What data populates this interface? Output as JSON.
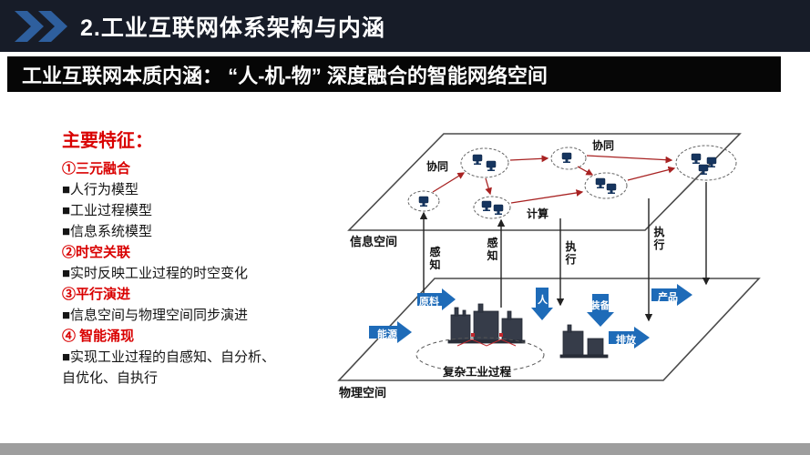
{
  "slide": {
    "header_title": "2.工业互联网体系架构与内涵",
    "banner_title": "工业互联网本质内涵： “人-机-物” 深度融合的智能网络空间"
  },
  "features": {
    "heading": "主要特征：",
    "items": [
      {
        "text": "①三元融合",
        "emphasis": true
      },
      {
        "text": "■人行为模型",
        "emphasis": false
      },
      {
        "text": "■工业过程模型",
        "emphasis": false
      },
      {
        "text": "■信息系统模型",
        "emphasis": false
      },
      {
        "text": "②时空关联",
        "emphasis": true
      },
      {
        "text": "■实时反映工业过程的时空变化",
        "emphasis": false
      },
      {
        "text": "③平行演进",
        "emphasis": true
      },
      {
        "text": "■信息空间与物理空间同步演进",
        "emphasis": false
      },
      {
        "text": "④ 智能涌现",
        "emphasis": true
      },
      {
        "text": "■实现工业过程的自感知、自分析、自优化、自执行",
        "emphasis": false
      }
    ]
  },
  "diagram": {
    "info_space": "信息空间",
    "physical_space": "物理空间",
    "process": "复杂工业过程",
    "collaboration_1": "协同",
    "collaboration_2": "协同",
    "compute": "计算",
    "perceive_1": "感知",
    "perceive_2": "感知",
    "execute_1": "执行",
    "execute_2": "执行",
    "flow": {
      "energy": "能源",
      "material": "原料",
      "human": "人",
      "equipment": "装备",
      "product": "产品",
      "emission": "排放"
    }
  },
  "colors": {
    "header_bg": "#171c28",
    "chevron_blue": "#2e5f9e",
    "banner_bg": "#060606",
    "accent_red": "#d90000",
    "arrow_blue": "#1e6bb8"
  }
}
